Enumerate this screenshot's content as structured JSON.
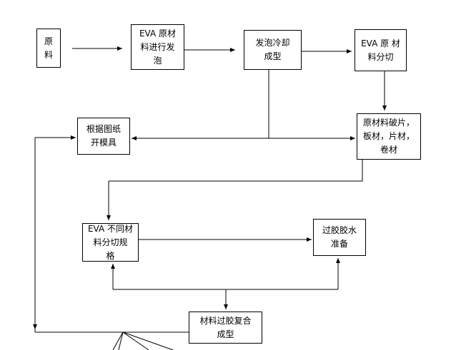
{
  "diagram": {
    "nodes": {
      "raw": "原\n料",
      "foam": "EVA 原材\n料进行发\n泡",
      "cool": "发泡冷却\n成型",
      "cut1": "EVA  原 材\n料分切",
      "sheet": "原材料破片，\n板材，片材，\n卷材",
      "mold": "根据图纸\n开模具",
      "cut2": "EVA 不同材\n料分切规\n格",
      "glue_prep": "过胶胶水\n准备",
      "composite": "材料过胶复合\n成型"
    }
  }
}
